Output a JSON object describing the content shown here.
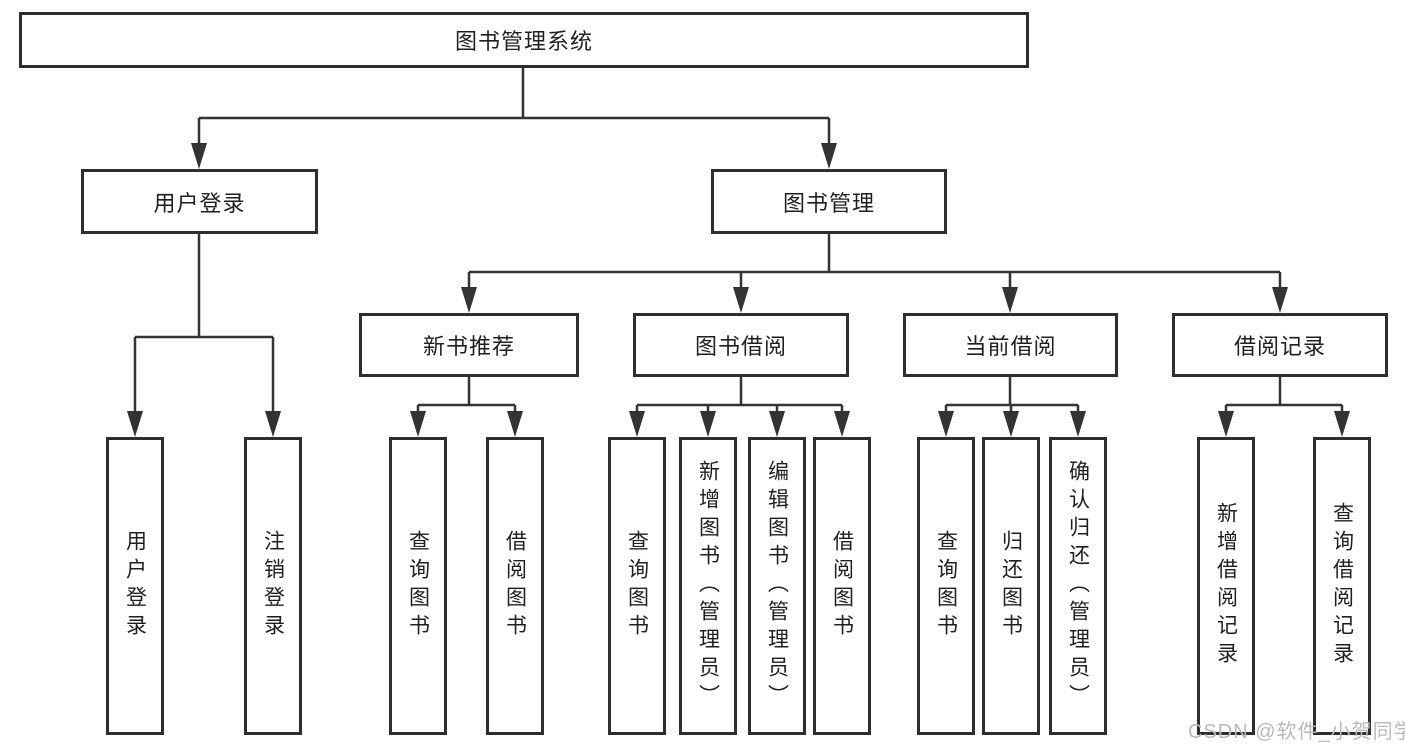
{
  "tree": {
    "label": "图书管理系统",
    "children": [
      {
        "label": "用户登录",
        "children": [
          {
            "label": "用户登录"
          },
          {
            "label": "注销登录"
          }
        ]
      },
      {
        "label": "图书管理",
        "children": [
          {
            "label": "新书推荐",
            "children": [
              {
                "label": "查询图书"
              },
              {
                "label": "借阅图书"
              }
            ]
          },
          {
            "label": "图书借阅",
            "children": [
              {
                "label": "查询图书"
              },
              {
                "label": "新增图书（管理员）"
              },
              {
                "label": "编辑图书（管理员）"
              },
              {
                "label": "借阅图书"
              }
            ]
          },
          {
            "label": "当前借阅",
            "children": [
              {
                "label": "查询图书"
              },
              {
                "label": "归还图书"
              },
              {
                "label": "确认归还（管理员）"
              }
            ]
          },
          {
            "label": "借阅记录",
            "children": [
              {
                "label": "新增借阅记录"
              },
              {
                "label": "查询借阅记录"
              }
            ]
          }
        ]
      }
    ]
  },
  "watermark": {
    "text": "CSDN @软件_小贺同学"
  },
  "colors": {
    "line": "#333333",
    "box_border": "#2e2e2e",
    "text": "#1f1f1f",
    "background": "#ffffff",
    "watermark": "#b9b9b9"
  }
}
